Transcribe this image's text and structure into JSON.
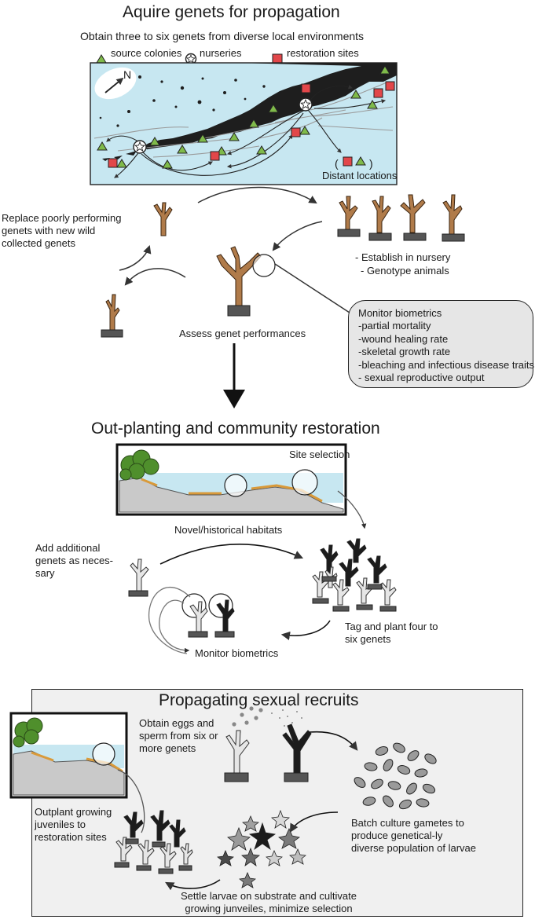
{
  "section1": {
    "title": "Aquire genets for propagation",
    "subtitle": "Obtain three to six genets from diverse local environments",
    "legend": {
      "source": "source colonies",
      "nurseries": "nurseries",
      "restoration": "restoration sites"
    },
    "map": {
      "north": "N",
      "distant_label": "Distant locations",
      "distant_open": "(",
      "distant_close": ")"
    },
    "replace_text": "Replace poorly performing genets with new wild collected genets",
    "establish_1": "- Establish in nursery",
    "establish_2": "- Genotype animals",
    "assess": "Assess genet performances",
    "monitor_box": {
      "title": "Monitor biometrics",
      "items": [
        "-partial mortality",
        "-wound healing rate",
        "-skeletal growth rate",
        "-bleaching and infectious disease traits",
        "- sexual reproductive output"
      ]
    }
  },
  "section2": {
    "title": "Out-planting and community restoration",
    "site_selection": "Site selection",
    "habitats": "Novel/historical habitats",
    "add_genets": "Add additional genets as neces-sary",
    "tag_plant": "Tag and plant four to six genets",
    "monitor": "Monitor biometrics"
  },
  "section3": {
    "title": "Propagating sexual recruits",
    "obtain": "Obtain eggs and sperm from six or more genets",
    "batch": "Batch culture gametes to produce genetical-ly diverse population of larvae",
    "settle": "Settle larvae on substrate and cultivate growing junveiles, minimize selection",
    "outplant": "Outplant growing juveniles to restoration sites"
  },
  "colors": {
    "sea": "#c7e7f1",
    "land": "#1e1e1e",
    "coral_brown": "#b07b4a",
    "coral_dark": "#1c1c1c",
    "coral_light": "#d9d9d9",
    "coral_mid": "#8a8a8a",
    "triangle_green": "#7fba4a",
    "square_red": "#e2474a",
    "sand": "#c9c9c9",
    "algae_orange": "#d99a3a",
    "tree_green": "#4f8f2c",
    "panel_gray": "#f0f0f0",
    "box_gray": "#e6e6e6"
  }
}
